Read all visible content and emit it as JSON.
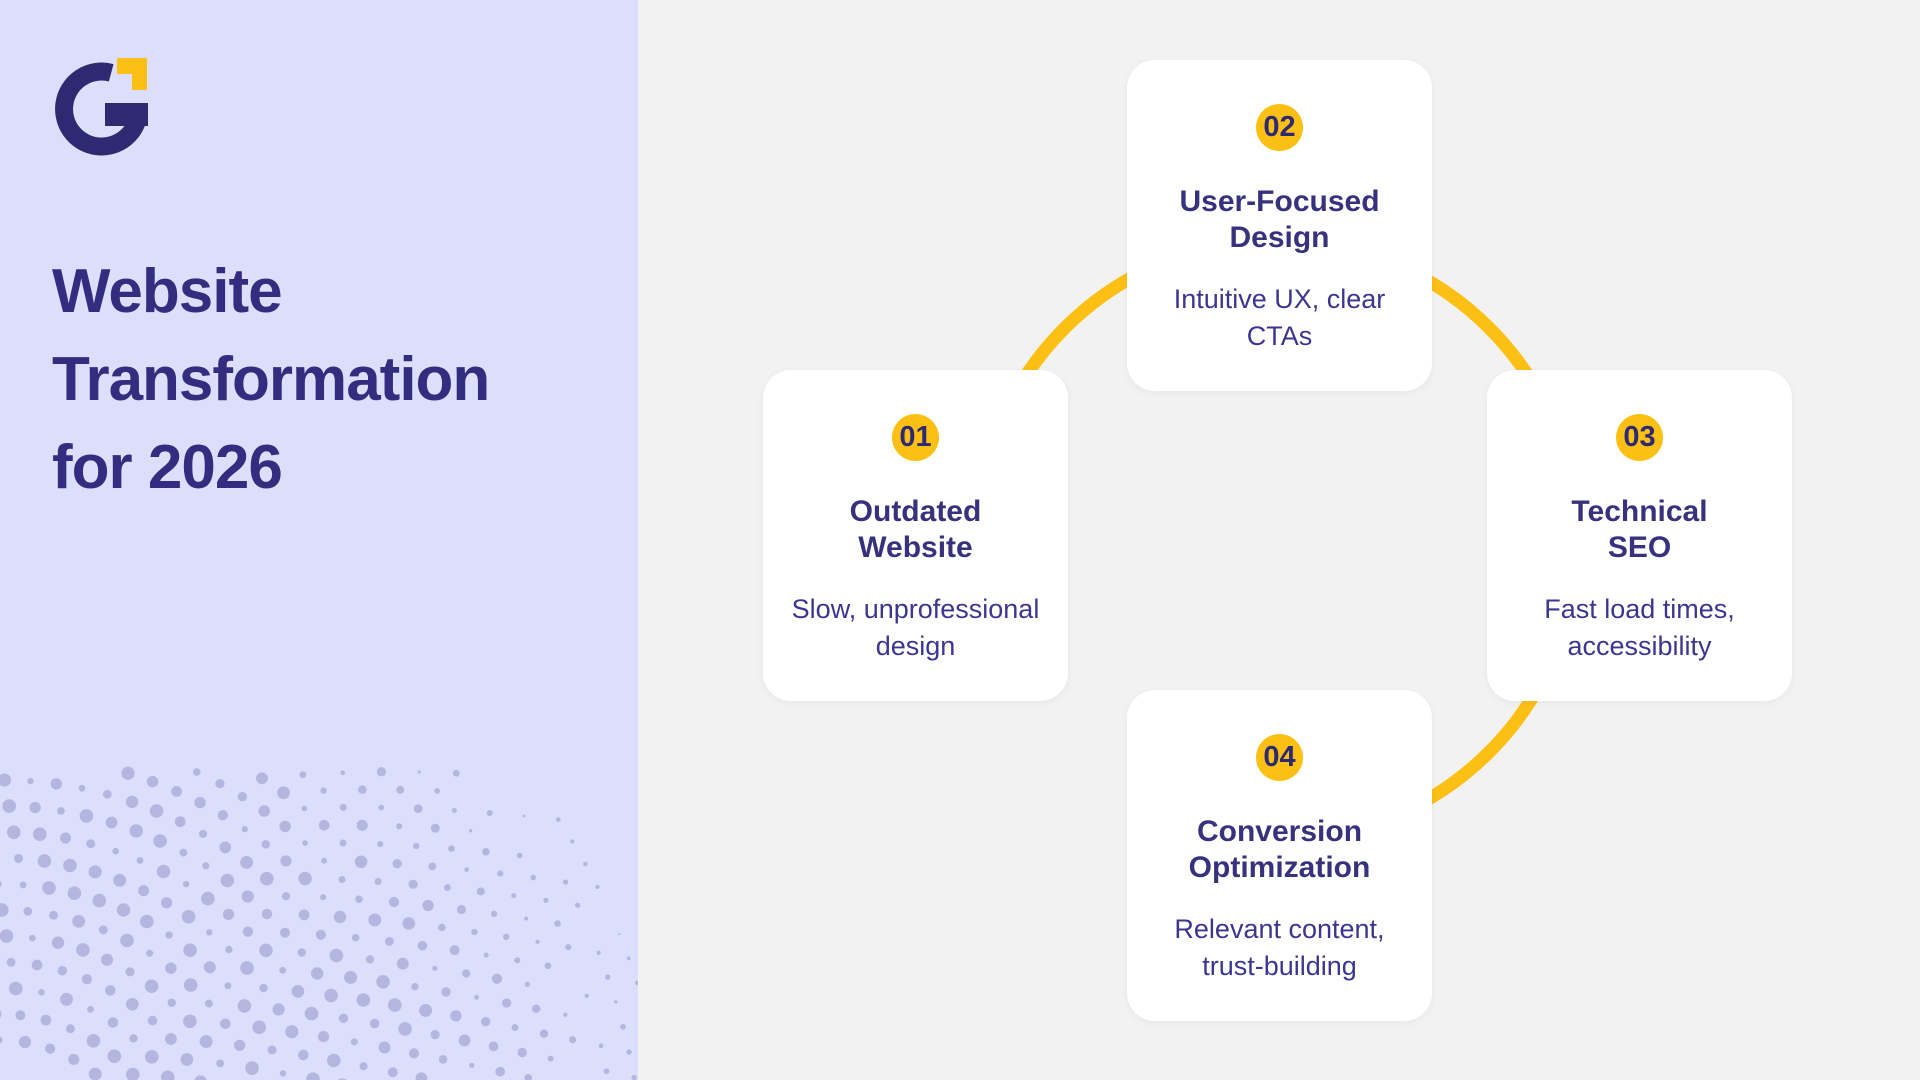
{
  "left_panel": {
    "logo_icon": "g-logo",
    "title": "Website Transformation for 2026"
  },
  "steps": [
    {
      "number": "01",
      "title": "Outdated\nWebsite",
      "description": "Slow, unprofessional\ndesign"
    },
    {
      "number": "02",
      "title": "User-Focused\nDesign",
      "description": "Intuitive UX, clear\nCTAs"
    },
    {
      "number": "03",
      "title": "Technical\nSEO",
      "description": "Fast load times,\naccessibility"
    },
    {
      "number": "04",
      "title": "Conversion\nOptimization",
      "description": "Relevant content,\ntrust-building"
    }
  ],
  "colors": {
    "accent_yellow": "#fcc014",
    "logo_navy": "#2e2a72",
    "badge_number": "#2e2a72",
    "heading": "#332d80",
    "card_title": "#37317e",
    "card_text": "#3d3591",
    "panel_left_bg": "#dbdffc",
    "panel_right_bg": "#f2f2f2",
    "card_bg": "#ffffff",
    "dots": "#aeb0da"
  }
}
